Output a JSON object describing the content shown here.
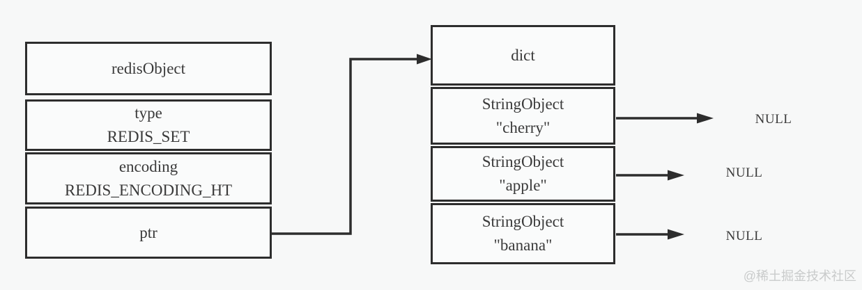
{
  "colors": {
    "background": "#f7f8f8",
    "border": "#2d2d2d",
    "text": "#3a3a3a",
    "arrow": "#2d2d2d",
    "watermark": "#c9cbcb"
  },
  "left_column": {
    "rows": [
      {
        "lines": [
          "redisObject"
        ]
      },
      {
        "lines": [
          "type",
          "REDIS_SET"
        ]
      },
      {
        "lines": [
          "encoding",
          "REDIS_ENCODING_HT"
        ]
      },
      {
        "lines": [
          "ptr"
        ]
      }
    ]
  },
  "right_column": {
    "rows": [
      {
        "lines": [
          "dict"
        ]
      },
      {
        "lines": [
          "StringObject",
          "\"cherry\""
        ]
      },
      {
        "lines": [
          "StringObject",
          "\"apple\""
        ]
      },
      {
        "lines": [
          "StringObject",
          "\"banana\""
        ]
      }
    ]
  },
  "null_labels": [
    {
      "text": "NULL"
    },
    {
      "text": "NULL"
    },
    {
      "text": "NULL"
    }
  ],
  "arrows": [
    {
      "name": "ptr-to-dict"
    },
    {
      "name": "cherry-to-null"
    },
    {
      "name": "apple-to-null"
    },
    {
      "name": "banana-to-null"
    }
  ],
  "watermark": {
    "text": "@稀土掘金技术社区"
  }
}
